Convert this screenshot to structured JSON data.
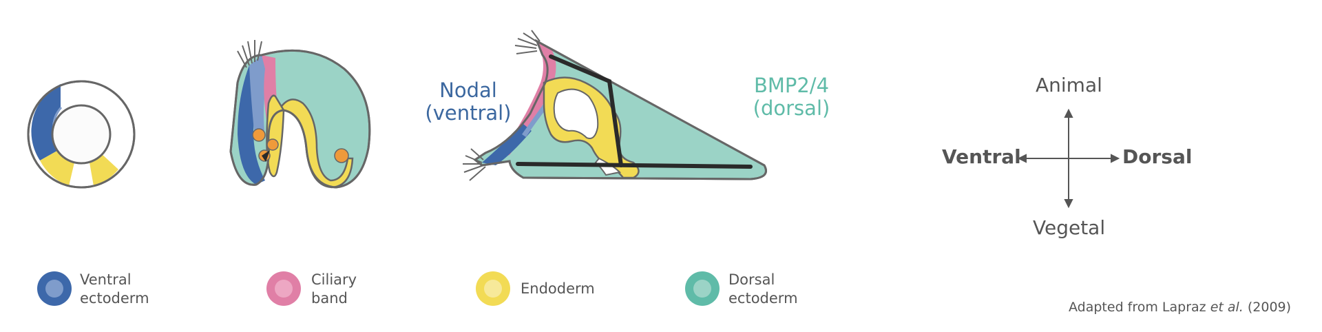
{
  "labels": {
    "nodal_line1": "Nodal",
    "nodal_line2": "(ventral)",
    "bmp_line1": "BMP2/4",
    "bmp_line2": "(dorsal)"
  },
  "axes": {
    "animal": "Animal",
    "vegetal": "Vegetal",
    "ventral": "Ventral",
    "dorsal": "Dorsal"
  },
  "legend": [
    {
      "line1": "Ventral",
      "line2": "ectoderm",
      "color": "#3d68aa",
      "inner": "#7f9ccb"
    },
    {
      "line1": "Ciliary",
      "line2": "band",
      "color": "#e07fa6",
      "inner": "#eda7c3"
    },
    {
      "line1": "Endoderm",
      "line2": "",
      "color": "#f2db55",
      "inner": "#f7e99a"
    },
    {
      "line1": "Dorsal",
      "line2": "ectoderm",
      "color": "#5fbba8",
      "inner": "#9bd3c6"
    }
  ],
  "credit": {
    "prefix": "Adapted from Lapraz ",
    "italic": "et al.",
    "suffix": " (2009)"
  },
  "colors": {
    "outline": "#666666",
    "ventral": "#3d68aa",
    "ventral_light": "#7f9ccb",
    "ciliary": "#e07fa6",
    "endoderm": "#f2db55",
    "dorsal": "#5fbba8",
    "dorsal_light": "#9bd3c6",
    "mesenchyme": "#ef9a3b",
    "skeleton": "#2a2a2a",
    "text": "#555555"
  }
}
